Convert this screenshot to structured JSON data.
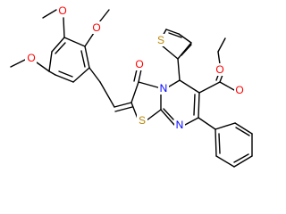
{
  "molecule": {
    "atoms": {
      "O_methoxy_top_left": "O",
      "O_methoxy_top_right": "O",
      "O_methoxy_left": "O",
      "O_carbonyl_ring": "O",
      "N_ring": "N",
      "S_thiophene": "S",
      "S_thiazole": "S",
      "N_pyrimidine": "N",
      "O_ester_carbonyl": "O",
      "O_ester_single": "O"
    },
    "colors": {
      "bond": "#000000",
      "O": "#ff0000",
      "N": "#0000ff",
      "S": "#b8860b",
      "background": "#ffffff"
    }
  }
}
